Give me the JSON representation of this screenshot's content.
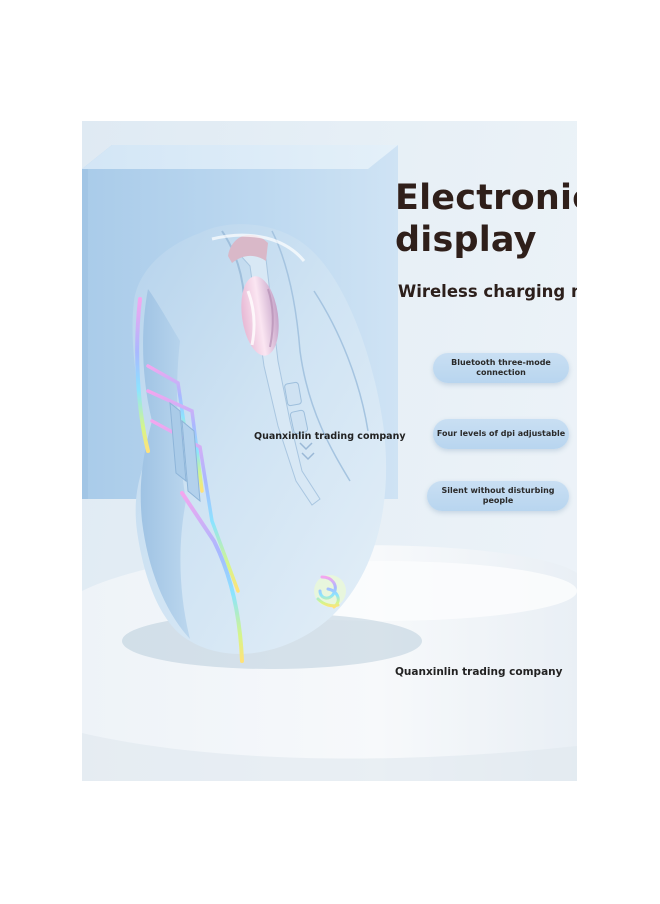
{
  "headline": {
    "line1": "Electronic",
    "line2": "display"
  },
  "subheadline": "Wireless charging mouse",
  "features": [
    {
      "line1": "Bluetooth three-mode",
      "line2": "connection"
    },
    {
      "line1": "Four levels of dpi adjustable",
      "line2": ""
    },
    {
      "line1": "Silent without disturbing people",
      "line2": ""
    }
  ],
  "watermarks": {
    "upper": "Quanxinlin trading company",
    "lower": "Quanxinlin trading company"
  },
  "colors": {
    "background": "#e3edf5",
    "box": "#b9d6ef",
    "podium": "#f4f7fa",
    "mouse_body": "#c8dff0",
    "pill": "#c3dcf2",
    "headline_text": "#2f1f1a"
  }
}
